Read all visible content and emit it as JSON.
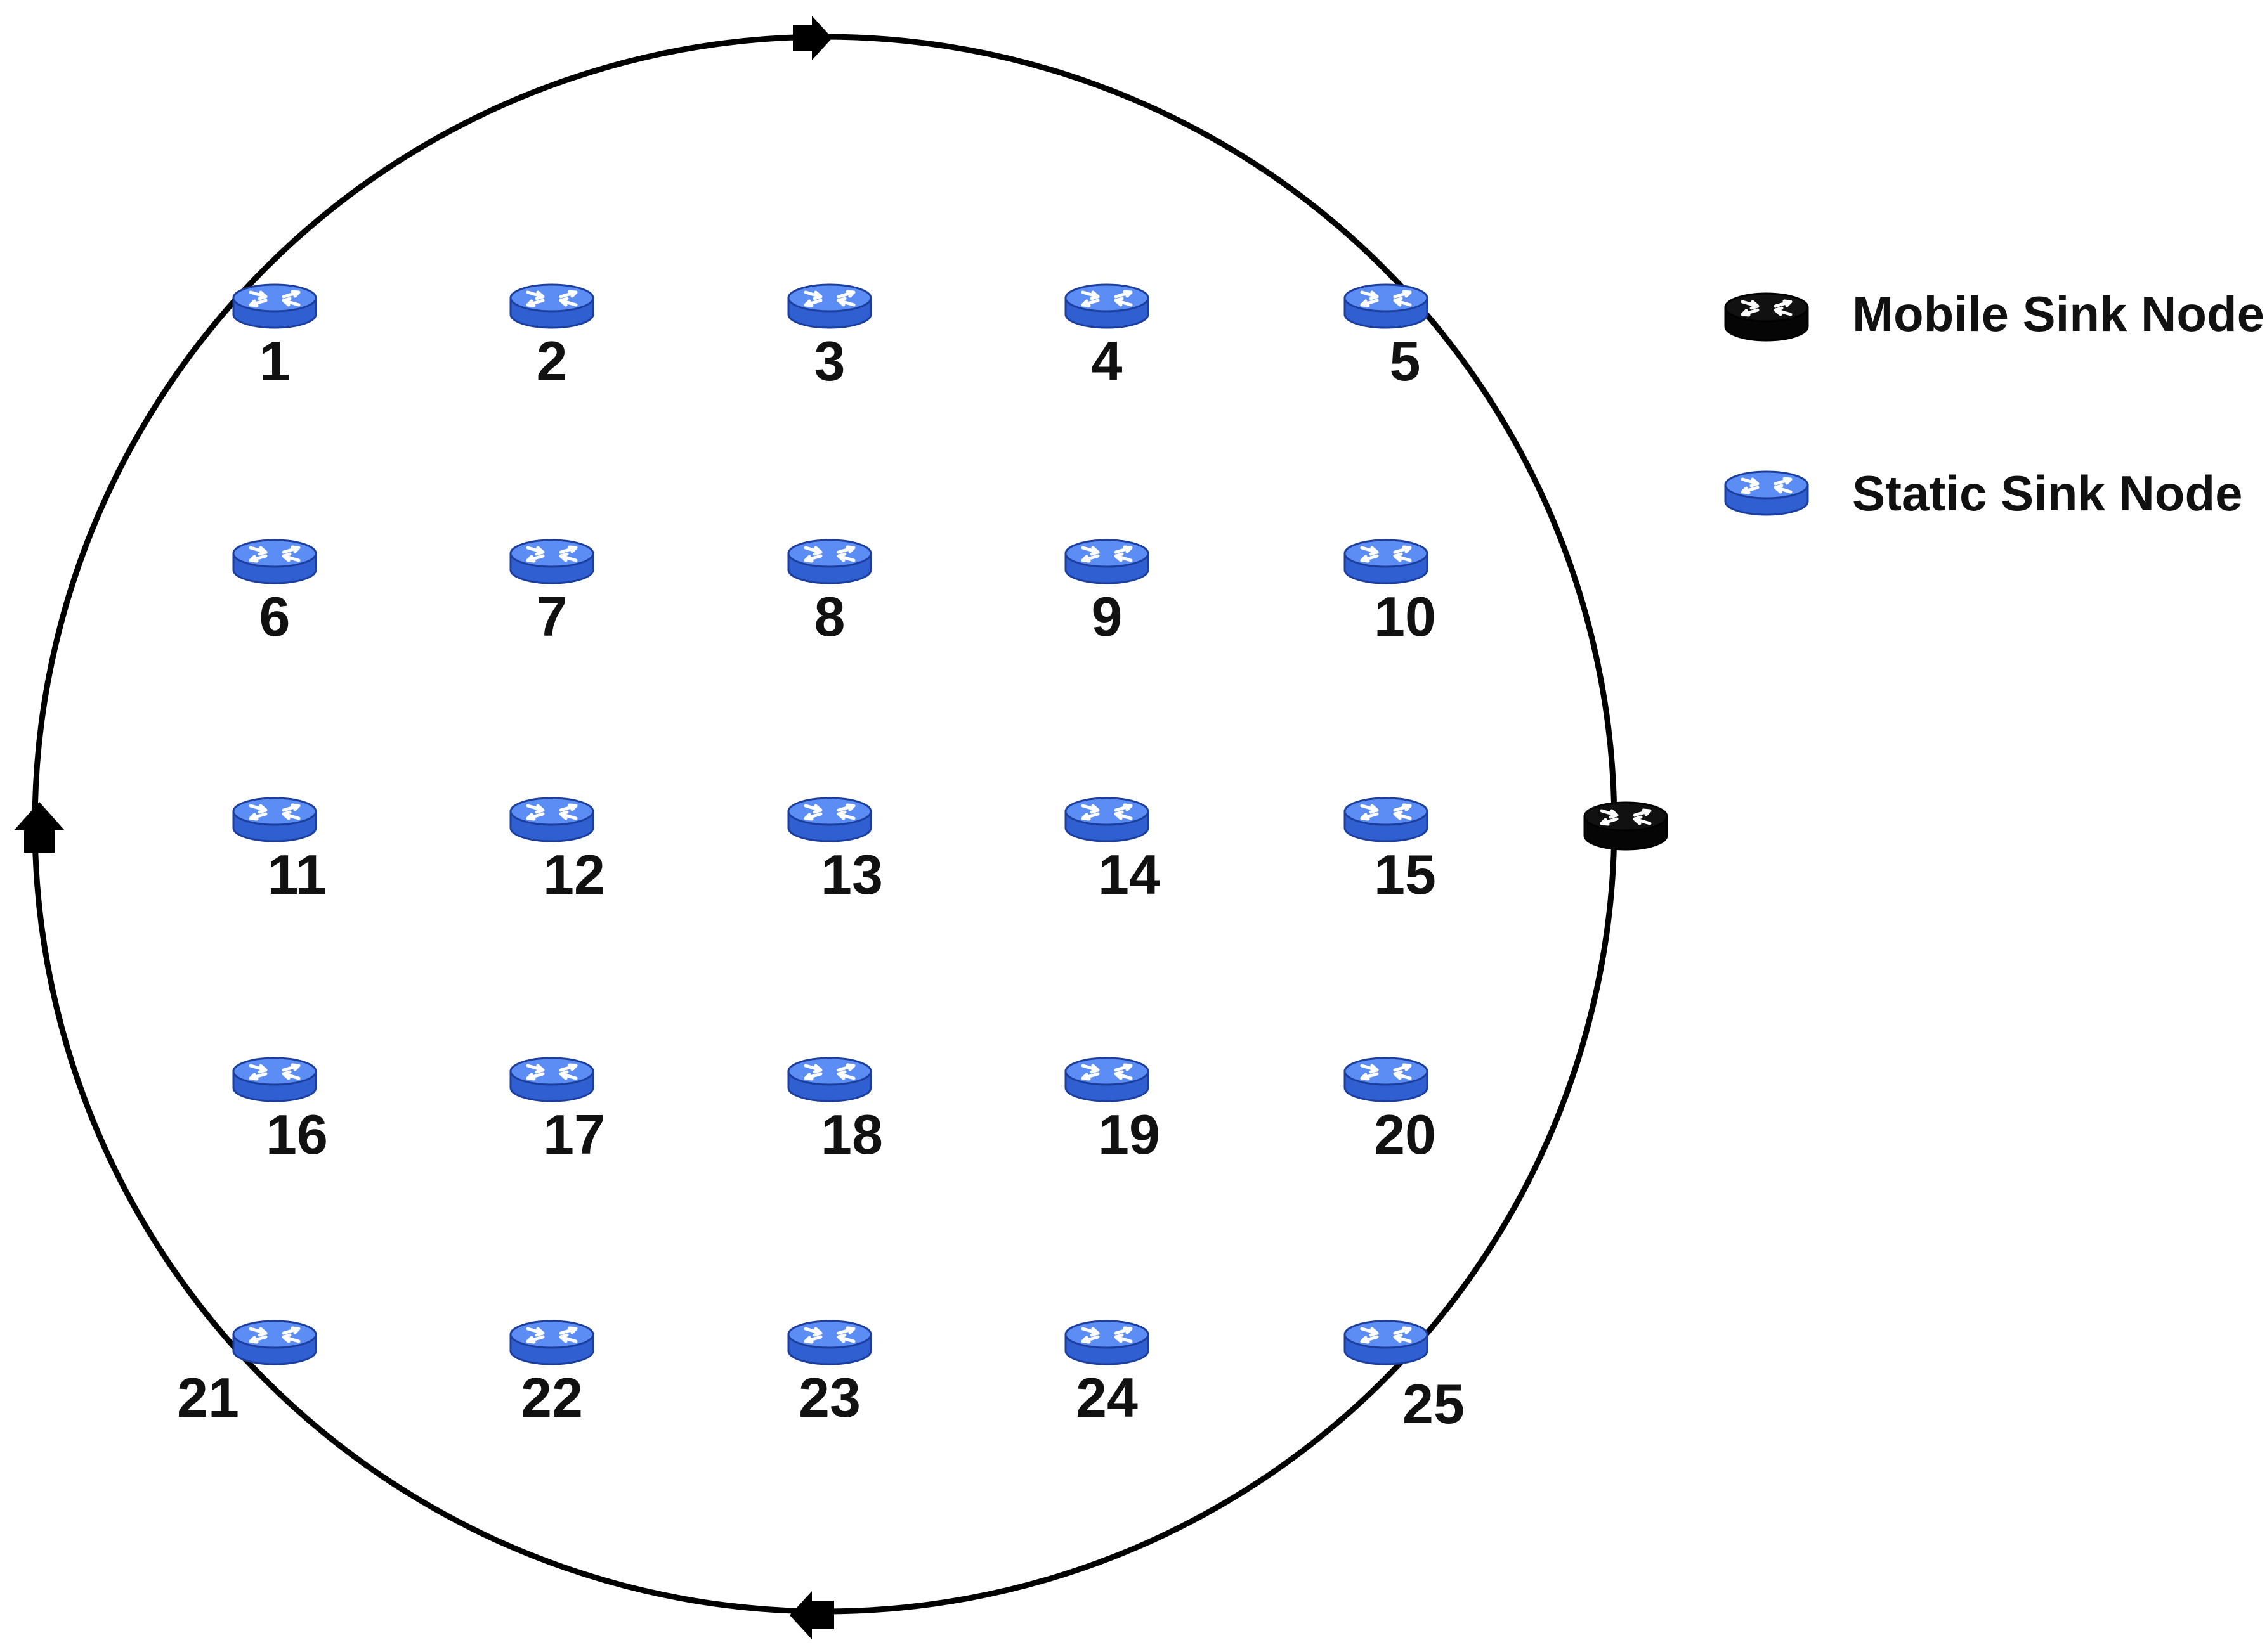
{
  "colors": {
    "background": "#ffffff",
    "path": "#000000",
    "static_node_top": "#5b8df5",
    "static_node_side": "#2f5fd0",
    "static_node_edge": "#1c3f9e",
    "mobile_node": "#050505",
    "glyph_on_static": "#ffffff",
    "label": "#111111"
  },
  "legend": {
    "mobile_label": "Mobile Sink Node",
    "static_label": "Static Sink Node",
    "mobile_icon": "router-icon",
    "static_icon": "router-icon"
  },
  "static_nodes": [
    {
      "id": "1",
      "label": "1"
    },
    {
      "id": "2",
      "label": "2"
    },
    {
      "id": "3",
      "label": "3"
    },
    {
      "id": "4",
      "label": "4"
    },
    {
      "id": "5",
      "label": "5"
    },
    {
      "id": "6",
      "label": "6"
    },
    {
      "id": "7",
      "label": "7"
    },
    {
      "id": "8",
      "label": "8"
    },
    {
      "id": "9",
      "label": "9"
    },
    {
      "id": "10",
      "label": "10"
    },
    {
      "id": "11",
      "label": "11"
    },
    {
      "id": "12",
      "label": "12"
    },
    {
      "id": "13",
      "label": "13"
    },
    {
      "id": "14",
      "label": "14"
    },
    {
      "id": "15",
      "label": "15"
    },
    {
      "id": "16",
      "label": "16"
    },
    {
      "id": "17",
      "label": "17"
    },
    {
      "id": "18",
      "label": "18"
    },
    {
      "id": "19",
      "label": "19"
    },
    {
      "id": "20",
      "label": "20"
    },
    {
      "id": "21",
      "label": "21"
    },
    {
      "id": "22",
      "label": "22"
    },
    {
      "id": "23",
      "label": "23"
    },
    {
      "id": "24",
      "label": "24"
    },
    {
      "id": "25",
      "label": "25"
    }
  ],
  "mobile_path": {
    "shape": "circle",
    "direction": "clockwise",
    "arrows": [
      "top",
      "right-node",
      "bottom",
      "left"
    ]
  }
}
